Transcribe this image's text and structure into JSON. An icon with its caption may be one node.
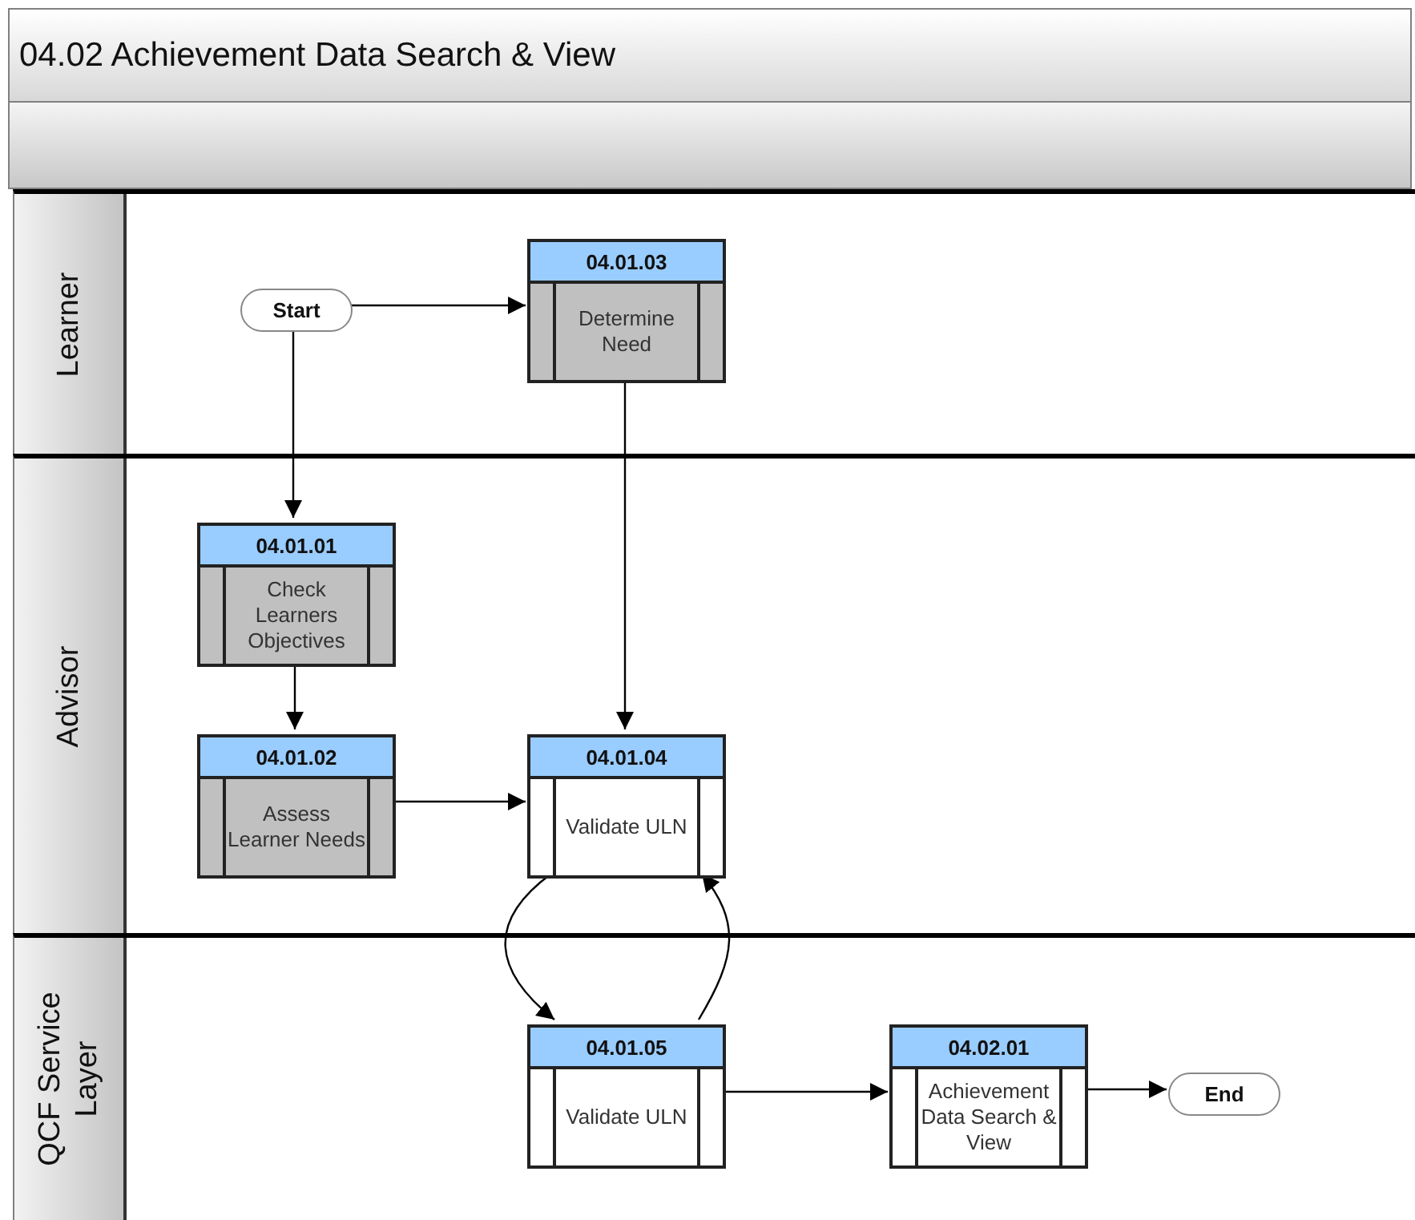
{
  "diagram": {
    "title": "04.02 Achievement Data Search & View",
    "nodes": [
      {
        "text": [
          "Learner"
        ]
      },
      {
        "text": [
          "Start"
        ],
        "in": 0
      },
      {
        "text": [
          "04.01.03",
          "Determine Need"
        ],
        "in": 0
      },
      {
        "text": [
          "Advisor"
        ]
      },
      {
        "text": [
          "04.01.01",
          "Check Learners Objectives"
        ],
        "in": 3
      },
      {
        "text": [
          "04.01.02",
          "Assess Learner Needs"
        ],
        "in": 3
      },
      {
        "text": [
          "04.01.04",
          "Validate ULN"
        ],
        "in": 3
      },
      {
        "text": [
          "QCF Service Layer"
        ]
      },
      {
        "text": [
          "04.01.05",
          "Validate ULN"
        ],
        "in": 7
      },
      {
        "text": [
          "04.02.01",
          "Achievement Data Search & View"
        ],
        "in": 7
      },
      {
        "text": [
          "End"
        ],
        "in": 7
      }
    ],
    "edges": [
      {
        "from": 1,
        "to": 2,
        "arrow": "to"
      },
      {
        "from": 1,
        "to": 4,
        "arrow": "to"
      },
      {
        "from": 2,
        "to": 6,
        "arrow": "to"
      },
      {
        "from": 4,
        "to": 5,
        "arrow": "to"
      },
      {
        "from": 5,
        "to": 6,
        "arrow": "to"
      },
      {
        "from": 6,
        "to": 8,
        "arrow": "to"
      },
      {
        "from": 8,
        "to": 6,
        "arrow": "to"
      },
      {
        "from": 8,
        "to": 9,
        "arrow": "to"
      },
      {
        "from": 9,
        "to": 10,
        "arrow": "to"
      }
    ]
  }
}
